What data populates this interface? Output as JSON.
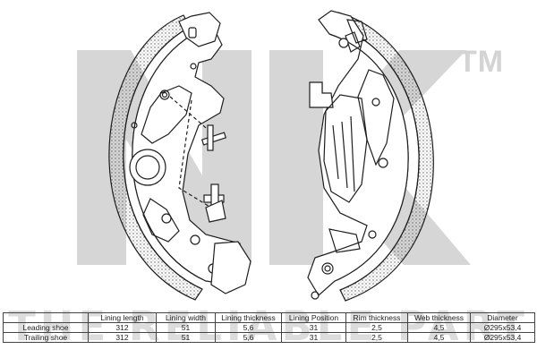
{
  "brand": {
    "logo_text": "NK",
    "trademark": "TM",
    "tagline": "THE RELIABLE PART"
  },
  "colors": {
    "watermark": "#d6d6d6",
    "line": "#1e1e1e",
    "lining_fill": "#f4f4f4"
  },
  "table": {
    "headers": [
      "",
      "Lining length",
      "Lining width",
      "Lining thickness",
      "Lining Position",
      "Rim thickness",
      "Web thickness",
      "Diameter"
    ],
    "rows": [
      [
        "Leading shoe",
        "312",
        "51",
        "5,6",
        "31",
        "2,5",
        "4,5",
        "Ø295x53,4"
      ],
      [
        "Trailing shoe",
        "312",
        "51",
        "5,6",
        "31",
        "2,5",
        "4,5",
        "Ø295x53,4"
      ]
    ]
  }
}
